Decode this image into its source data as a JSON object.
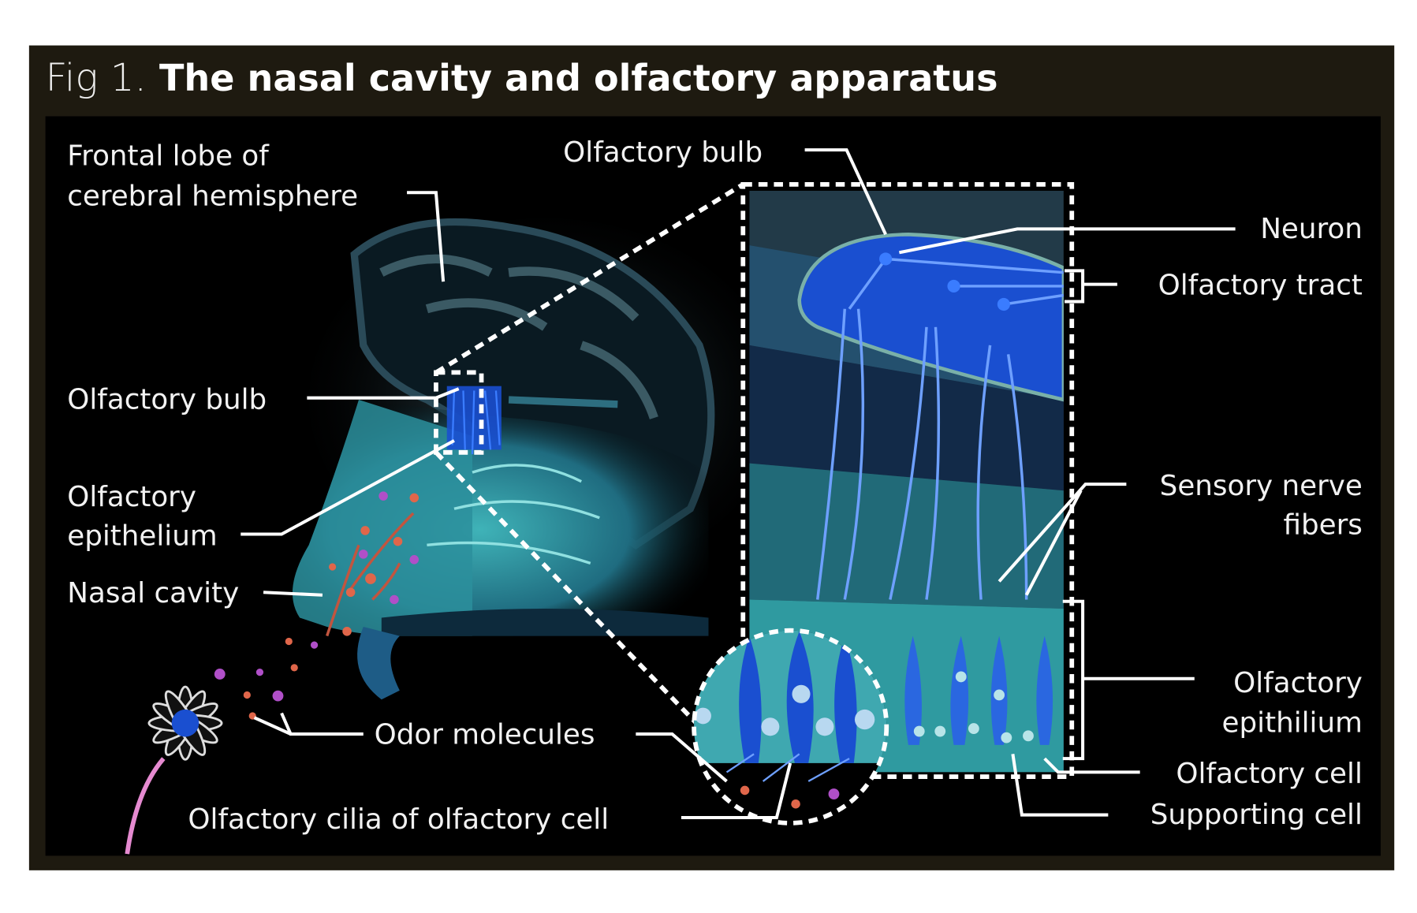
{
  "figure": {
    "prefix": "Fig 1.",
    "title": "The nasal cavity and olfactory apparatus"
  },
  "labels": {
    "frontal_lobe_line1": "Frontal lobe of",
    "frontal_lobe_line2": "cerebral hemisphere",
    "olfactory_bulb_top": "Olfactory bulb",
    "neuron": "Neuron",
    "olfactory_tract": "Olfactory tract",
    "olfactory_bulb_left": "Olfactory bulb",
    "olfactory_epithelium_line1": "Olfactory",
    "olfactory_epithelium_line2": "epithelium",
    "nasal_cavity": "Nasal cavity",
    "sensory_nerve_line1": "Sensory nerve",
    "sensory_nerve_line2": "fibers",
    "olfactory_epithilium_line1": "Olfactory",
    "olfactory_epithilium_line2": "epithilium",
    "odor_molecules": "Odor molecules",
    "olfactory_cell": "Olfactory cell",
    "supporting_cell": "Supporting cell",
    "olfactory_cilia": "Olfactory cilia of olfactory cell"
  },
  "colors": {
    "frame": "#1e1a10",
    "panel": "#000000",
    "teal": "#3fb3b8",
    "blue": "#1a4fd0",
    "odor_orange": "#e0664a",
    "odor_purple": "#b04fc8"
  }
}
